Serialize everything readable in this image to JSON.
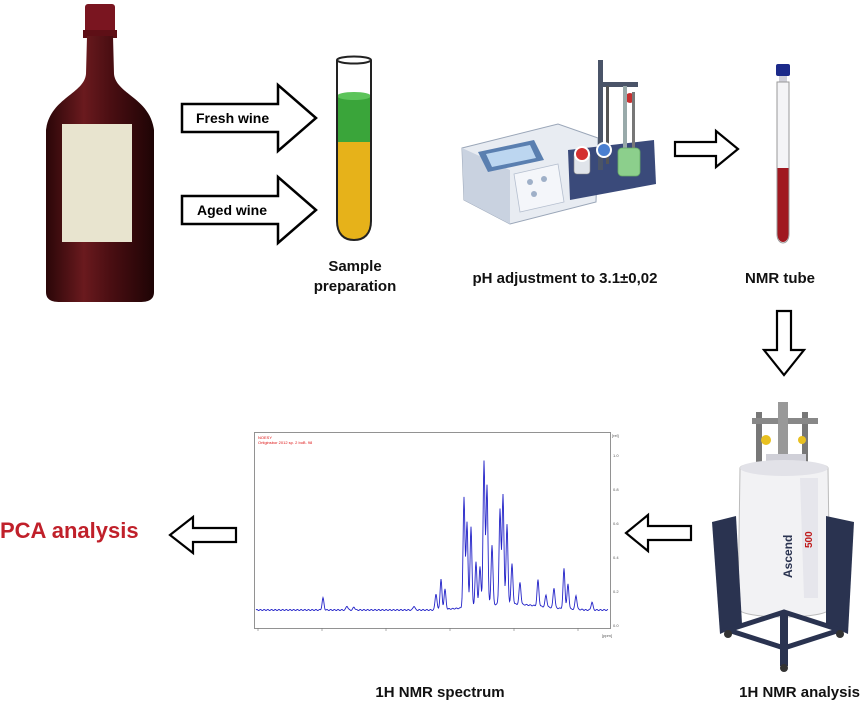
{
  "arrows": {
    "fresh_wine": "Fresh wine",
    "aged_wine": "Aged wine"
  },
  "labels": {
    "sample_line1": "Sample",
    "sample_line2": "preparation",
    "ph": "pH adjustment to 3.1±0,02",
    "nmr_tube": "NMR tube",
    "pca": "PCA analysis",
    "spectrum": "1H NMR spectrum",
    "nmr_analysis": "1H NMR analysis"
  },
  "spectrometer": {
    "brand": "Ascend",
    "model": "500"
  },
  "spectrum": {
    "header_line1": "NOESY",
    "header_line2": "Ortiginsbor 2012 sp. 2 boB. 98",
    "x_unit": "[ppm]",
    "y_unit": "[rel]",
    "x_ticks": [
      "9",
      "8",
      "7",
      "6",
      "5",
      "4"
    ],
    "y_ticks": [
      "1.0",
      "0.8",
      "0.6",
      "0.4",
      "0.2",
      "0.0"
    ]
  },
  "colors": {
    "pca_label": "#c0202a",
    "spectrum_trace": "#2323c8",
    "wine_bottle": "#5a1418",
    "tube_green": "#3aa53a",
    "tube_yellow": "#e6b21a",
    "nmr_sample": "#a01820"
  }
}
